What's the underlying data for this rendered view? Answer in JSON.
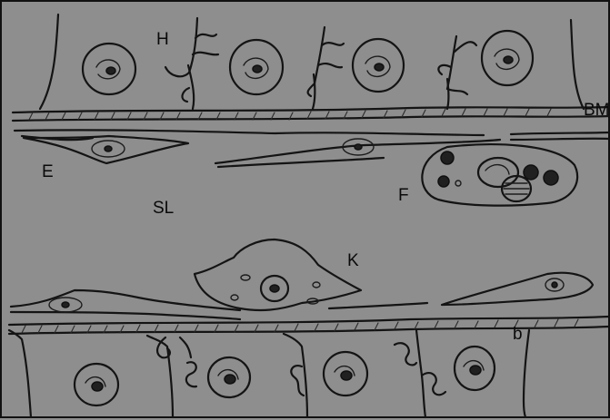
{
  "labels": {
    "H": "H",
    "BM": "BM",
    "E": "E",
    "SL": "SL",
    "F": "F",
    "K": "K",
    "b": "b"
  }
}
